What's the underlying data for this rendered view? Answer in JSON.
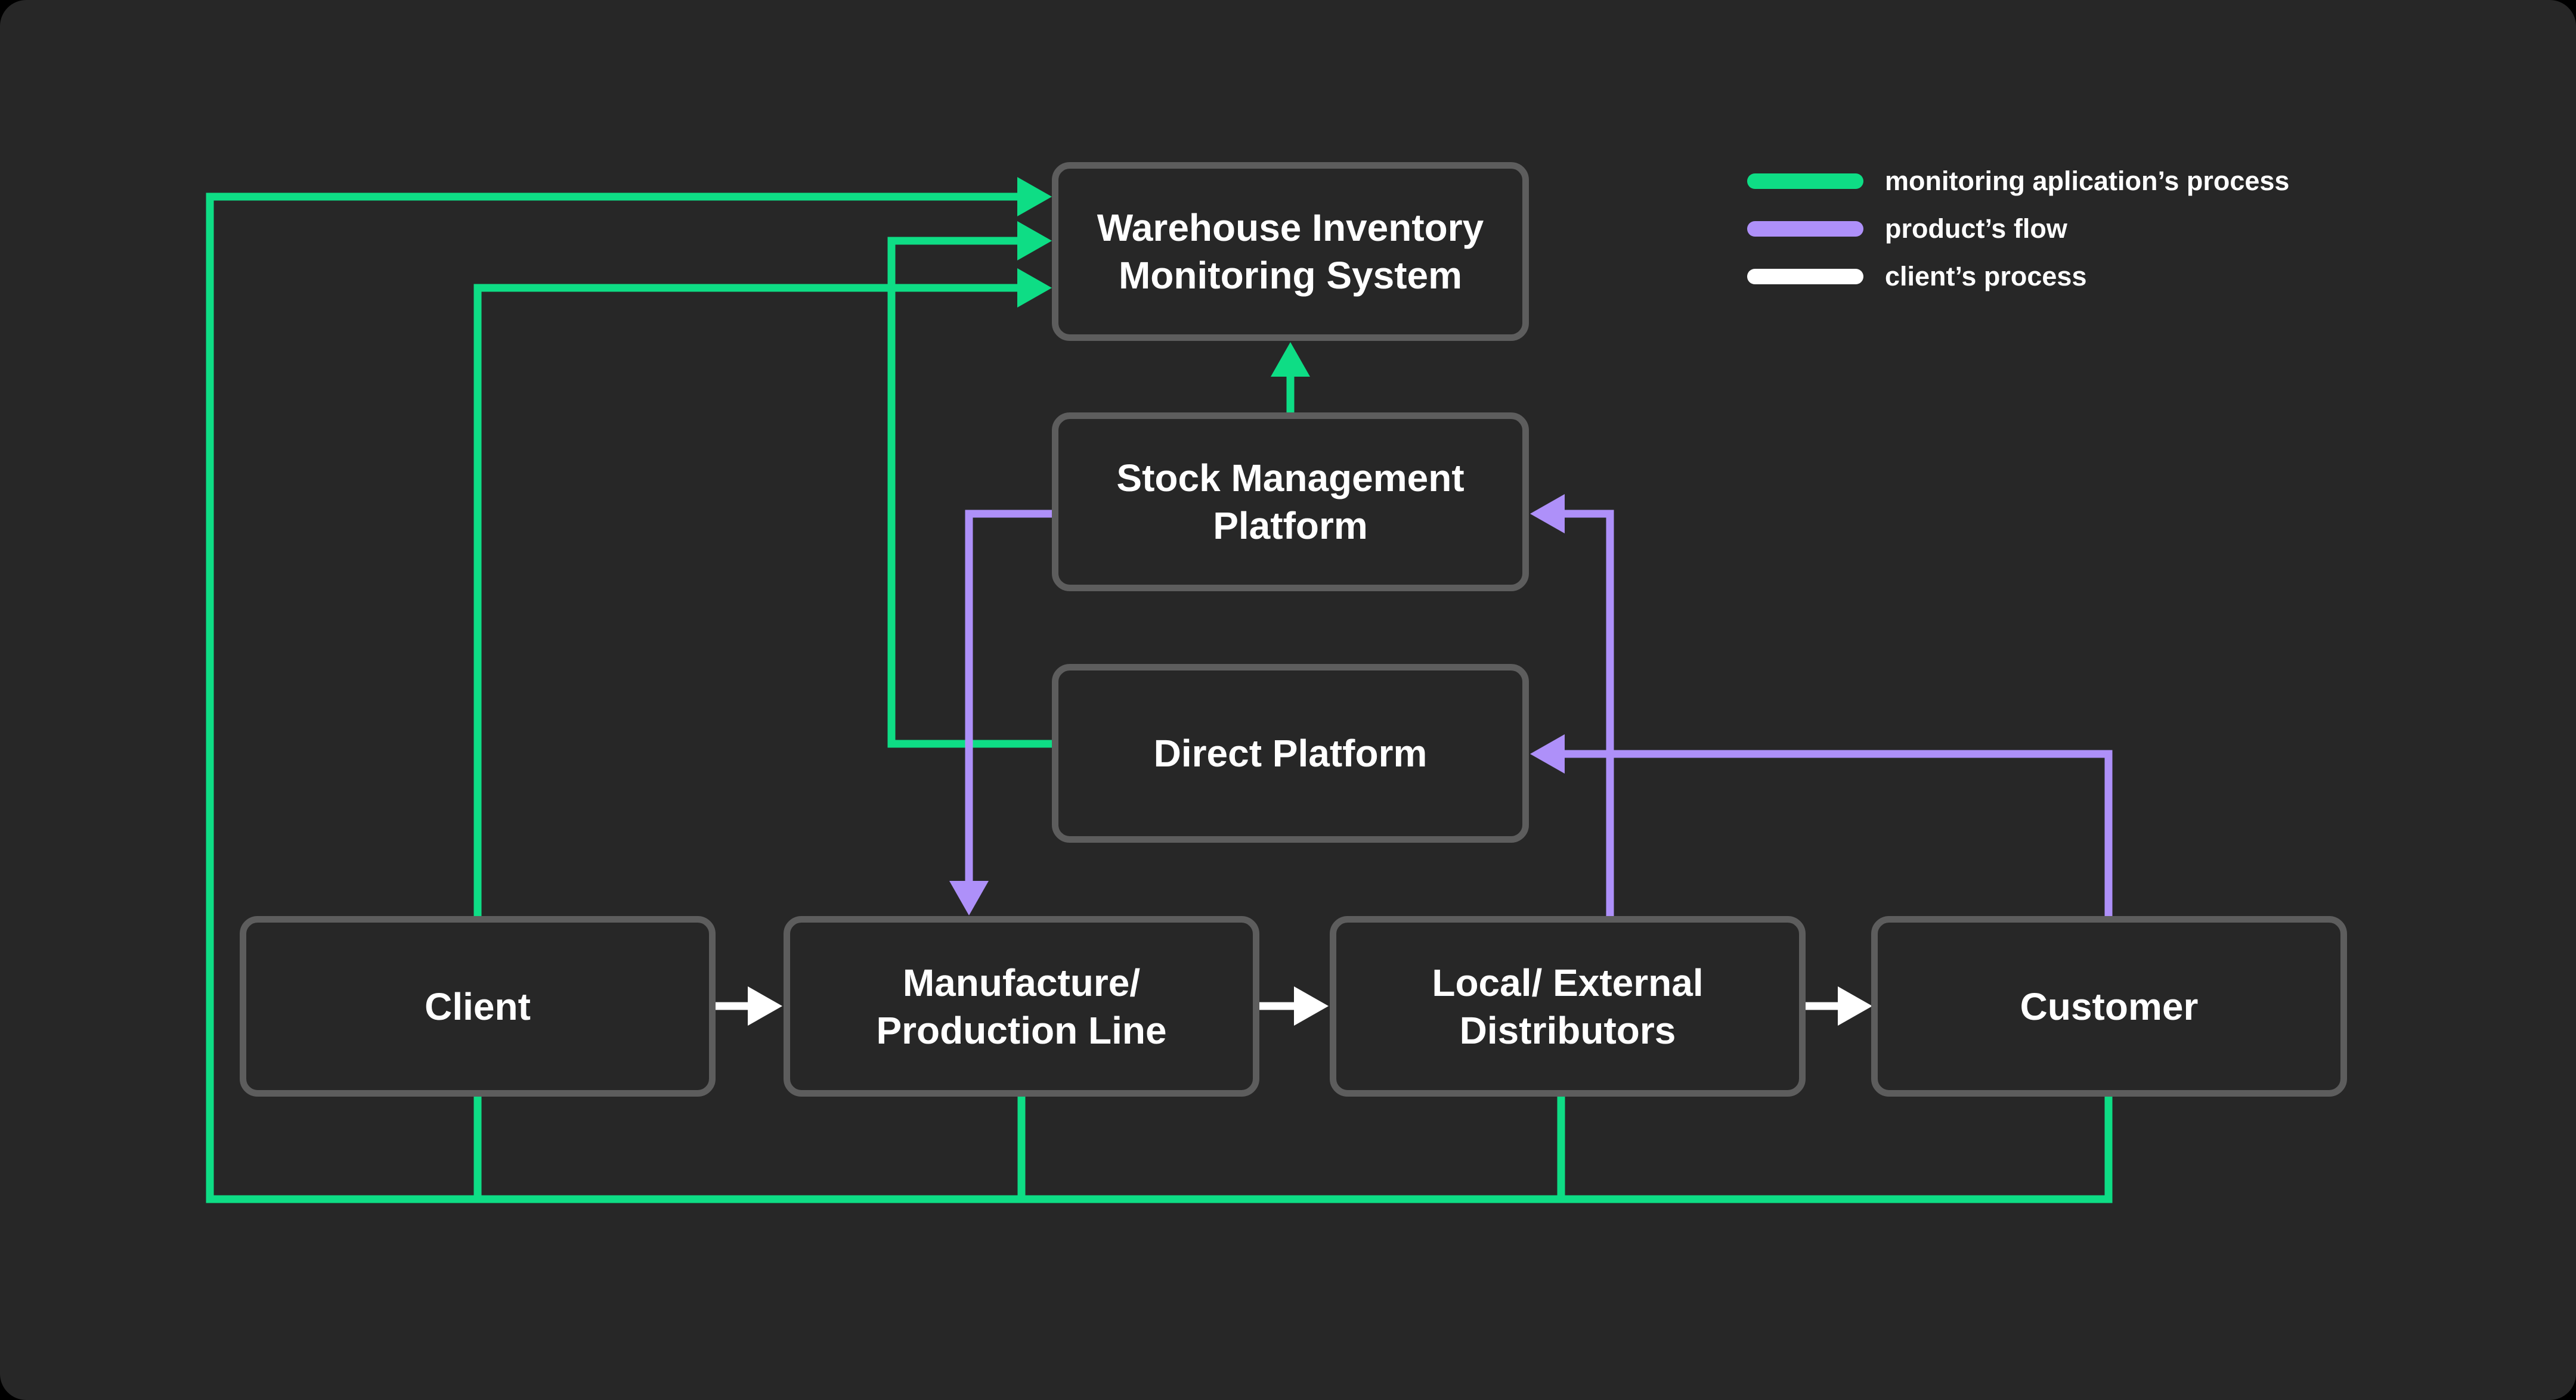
{
  "diagram": {
    "title": "supply-chain monitoring flowchart",
    "colors": {
      "green": "#0EDD85",
      "purple": "#AE90F9",
      "white": "#FFFFFF",
      "background": "#272727",
      "page": "#000000",
      "box_border": "#5D5D5D",
      "text": "#FFFFFF"
    },
    "nodes": {
      "warehouse": {
        "label": "Warehouse Inventory\nMonitoring System"
      },
      "stock": {
        "label": "Stock Management\nPlatform"
      },
      "direct": {
        "label": "Direct Platform"
      },
      "client": {
        "label": "Client"
      },
      "manufacture": {
        "label": "Manufacture/\nProduction Line"
      },
      "distributors": {
        "label": "Local/ External\nDistributors"
      },
      "customer": {
        "label": "Customer"
      }
    },
    "legend": [
      {
        "label": "monitoring aplication’s process",
        "color": "#0EDD85"
      },
      {
        "label": "product’s flow",
        "color": "#AE90F9"
      },
      {
        "label": "client’s process",
        "color": "#FFFFFF"
      }
    ],
    "edges": [
      {
        "from": "bottom-collector (Client, Manufacture/Production Line, Local/External Distributors, Customer)",
        "to": "Warehouse Inventory Monitoring System",
        "type": "monitoring aplication’s process"
      },
      {
        "from": "Client",
        "to": "Warehouse Inventory Monitoring System",
        "type": "monitoring aplication’s process"
      },
      {
        "from": "Direct Platform",
        "to": "Warehouse Inventory Monitoring System",
        "type": "monitoring aplication’s process"
      },
      {
        "from": "Stock Management Platform",
        "to": "Warehouse Inventory Monitoring System",
        "type": "monitoring aplication’s process"
      },
      {
        "from": "Stock Management Platform",
        "to": "Manufacture/Production Line",
        "type": "product’s flow"
      },
      {
        "from": "Local/External Distributors",
        "to": "Stock Management Platform",
        "type": "product’s flow"
      },
      {
        "from": "Customer",
        "to": "Direct Platform",
        "type": "product’s flow"
      },
      {
        "from": "Client",
        "to": "Manufacture/Production Line",
        "type": "client’s process"
      },
      {
        "from": "Manufacture/Production Line",
        "to": "Local/External Distributors",
        "type": "client’s process"
      },
      {
        "from": "Local/External Distributors",
        "to": "Customer",
        "type": "client’s process"
      }
    ]
  }
}
